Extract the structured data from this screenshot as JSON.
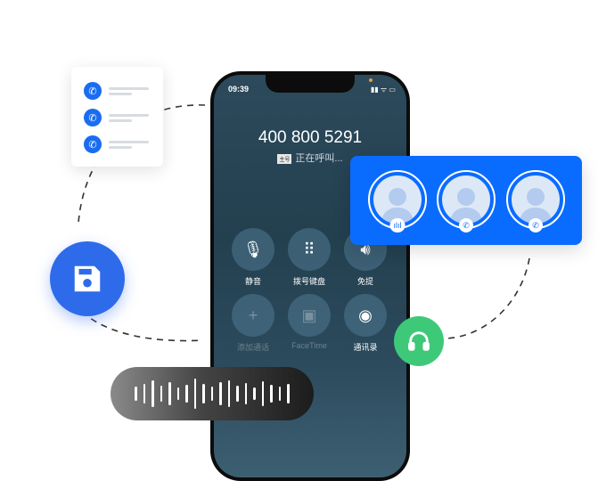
{
  "phone": {
    "time": "09:39",
    "number": "400 800 5291",
    "line_badge": "主号",
    "status": "正在呼叫...",
    "buttons": [
      {
        "label": "静音",
        "icon": "mic-off-icon",
        "enabled": true
      },
      {
        "label": "拨号键盘",
        "icon": "keypad-icon",
        "enabled": true
      },
      {
        "label": "免提",
        "icon": "speaker-icon",
        "enabled": true
      },
      {
        "label": "添加通话",
        "icon": "plus-icon",
        "enabled": false
      },
      {
        "label": "FaceTime",
        "icon": "video-icon",
        "enabled": false
      },
      {
        "label": "通讯录",
        "icon": "contacts-icon",
        "enabled": true
      }
    ]
  },
  "colors": {
    "blue": "#0a6cff",
    "save": "#2e6bea",
    "green": "#3ec979"
  },
  "waveform": [
    16,
    22,
    30,
    18,
    26,
    14,
    20,
    34,
    22,
    16,
    26,
    30,
    18,
    24,
    14,
    28,
    20,
    16,
    22
  ]
}
